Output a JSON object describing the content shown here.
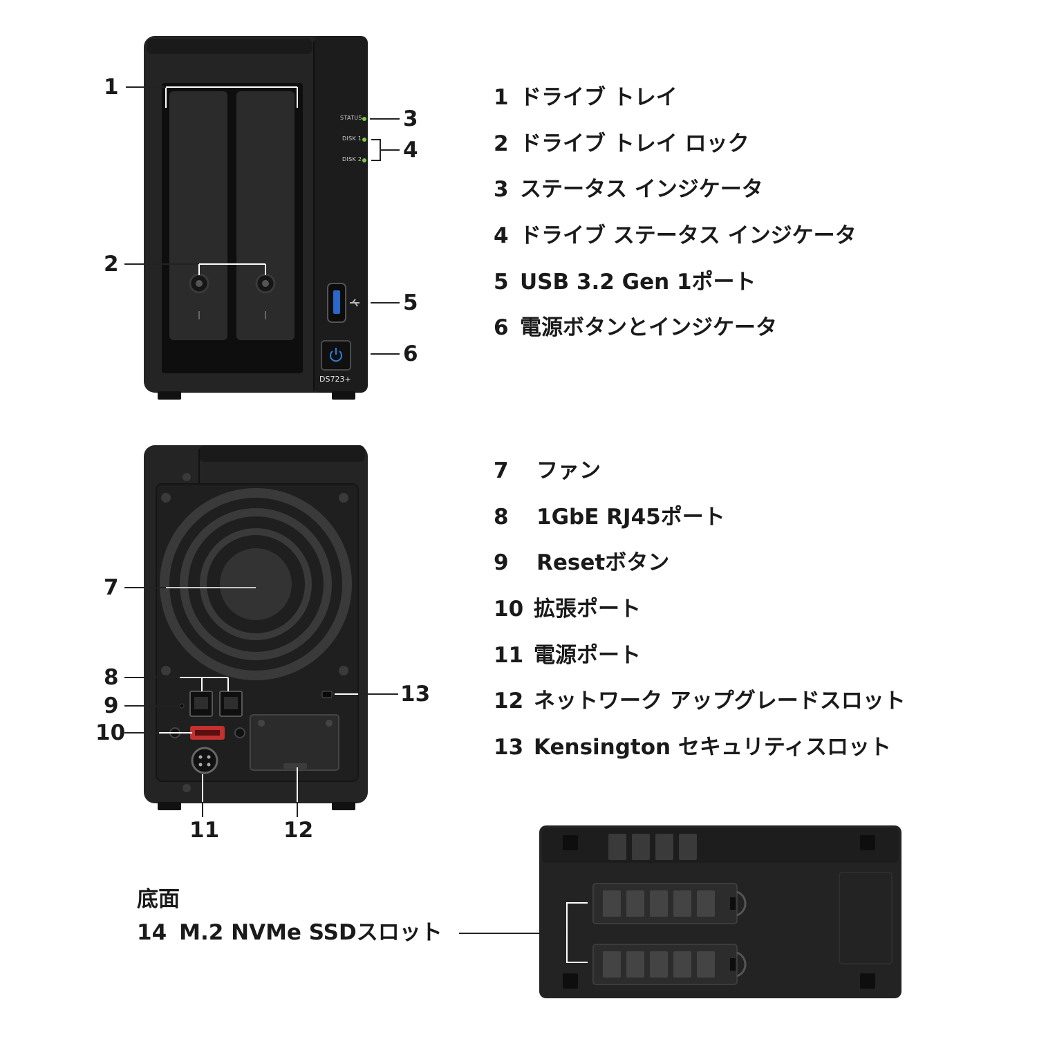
{
  "callouts": {
    "c1": "1",
    "c2": "2",
    "c3": "3",
    "c4": "4",
    "c5": "5",
    "c6": "6",
    "c7": "7",
    "c8": "8",
    "c9": "9",
    "c10": "10",
    "c11": "11",
    "c12": "12",
    "c13": "13"
  },
  "front_labels": {
    "status": "STATUS",
    "disk1": "DISK 1",
    "disk2": "DISK 2",
    "model": "DS723+"
  },
  "features_front": [
    {
      "num": "1",
      "text": "ドライブ トレイ"
    },
    {
      "num": "2",
      "text": "ドライブ トレイ ロック"
    },
    {
      "num": "3",
      "text": "ステータス インジケータ"
    },
    {
      "num": "4",
      "text": "ドライブ ステータス インジケータ"
    },
    {
      "num": "5",
      "text": "USB 3.2 Gen  1ポート"
    },
    {
      "num": "6",
      "text": "電源ボタンとインジケータ"
    }
  ],
  "features_back": [
    {
      "num": "7",
      "text": "ファン"
    },
    {
      "num": "8",
      "text": "1GbE RJ45ポート"
    },
    {
      "num": "9",
      "text": "Resetボタン"
    },
    {
      "num": "10",
      "text": "拡張ポート"
    },
    {
      "num": "11",
      "text": "電源ポート"
    },
    {
      "num": "12",
      "text": "ネットワーク アップグレードスロット"
    },
    {
      "num": "13",
      "text": "Kensington セキュリティスロット"
    }
  ],
  "bottom": {
    "heading": "底面",
    "num": "14",
    "text": "M.2 NVMe SSDスロット"
  },
  "colors": {
    "chassis": "#1e1e1e",
    "led": "#7ac943",
    "power": "#2f7fe0",
    "usb": "#2a67c9",
    "port_red": "#c23030"
  }
}
